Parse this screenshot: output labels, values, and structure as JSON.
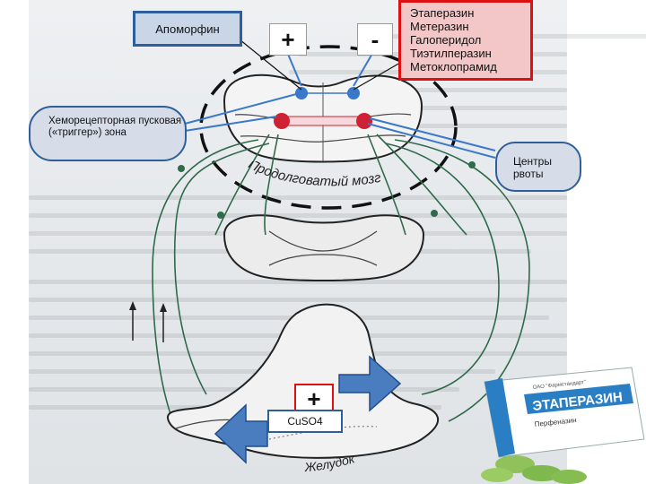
{
  "agonist": {
    "label": "Апоморфин"
  },
  "antagonists": {
    "items": [
      "Этаперазин",
      "Метеразин",
      "Галоперидол",
      "Тиэтилперазин",
      "Метоклопрамид"
    ]
  },
  "signs": {
    "plus_top": "+",
    "minus_top": "-",
    "plus_bottom": "+"
  },
  "trigger_zone": {
    "label": "Хеморецепторная пусковая («триггер») зона"
  },
  "vomit_center": {
    "label": "Центры рвоты"
  },
  "brain_label": {
    "text": "Продолговатый мозг"
  },
  "stomach_label": {
    "text": "Желудок"
  },
  "emetic": {
    "label": "CuSO4"
  },
  "package": {
    "brand": "ЭТАПЕРАЗИН",
    "drug": "Перфеназин",
    "maker": "ОАО \"Фармстандарт\""
  },
  "colors": {
    "agonist_border": "#2f5f9a",
    "antagonist_border": "#dd1111",
    "callout_fill": "#d6dde8",
    "arrow_fill": "#4a7cc0",
    "ellipse_stroke": "#111111"
  }
}
